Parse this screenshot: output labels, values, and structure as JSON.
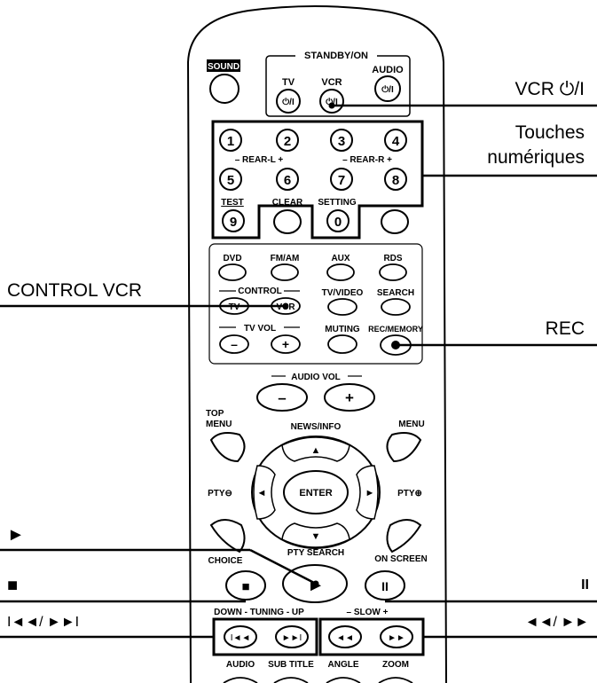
{
  "callouts": {
    "vcr_power": "VCR ⏻/I",
    "numeric_keys_line1": "Touches",
    "numeric_keys_line2": "numériques",
    "control_vcr": "CONTROL VCR",
    "rec": "REC",
    "play": "►",
    "stop": "■",
    "pause": "II",
    "skip": "I◄◄/ ►►I",
    "search": "◄◄/ ►►"
  },
  "remote": {
    "standby_label": "STANDBY/ON",
    "sound_label": "SOUND",
    "tv_label": "TV",
    "vcr_label": "VCR",
    "audio_label": "AUDIO",
    "power_glyph": "⏻/I",
    "numbers": [
      "1",
      "2",
      "3",
      "4",
      "5",
      "6",
      "7",
      "8",
      "9",
      "0"
    ],
    "rear_l": "– REAR-L +",
    "rear_r": "– REAR-R +",
    "test": "TEST",
    "clear": "CLEAR",
    "setting": "SETTING",
    "dvd": "DVD",
    "fmam": "FM/AM",
    "aux": "AUX",
    "rds": "RDS",
    "control": "CONTROL",
    "tv_small": "TV",
    "vcr_small": "VCR",
    "tvvideo": "TV/VIDEO",
    "search": "SEARCH",
    "tv_vol": "TV VOL",
    "minus": "–",
    "plus": "+",
    "muting": "MUTING",
    "rec_memory": "REC/MEMORY",
    "audio_vol": "AUDIO VOL",
    "top_menu_1": "TOP",
    "top_menu_2": "MENU",
    "news_info": "NEWS/INFO",
    "menu": "MENU",
    "pty_minus": "PTY⊖",
    "pty_plus": "PTY⊕",
    "enter": "ENTER",
    "up": "▲",
    "down": "▼",
    "left": "◄",
    "right": "►",
    "choice": "CHOICE",
    "pty_search": "PTY SEARCH",
    "on_screen": "ON SCREEN",
    "stop_glyph": "■",
    "play_glyph": "►",
    "pause_glyph": "II",
    "down_tuning_up": "DOWN - TUNING - UP",
    "slow": "– SLOW +",
    "prev_glyph": "I◄◄",
    "next_glyph": "►►I",
    "rew_glyph": "◄◄",
    "ff_glyph": "►►",
    "audio_bottom": "AUDIO",
    "subtitle": "SUB TITLE",
    "angle": "ANGLE",
    "zoom": "ZOOM"
  }
}
